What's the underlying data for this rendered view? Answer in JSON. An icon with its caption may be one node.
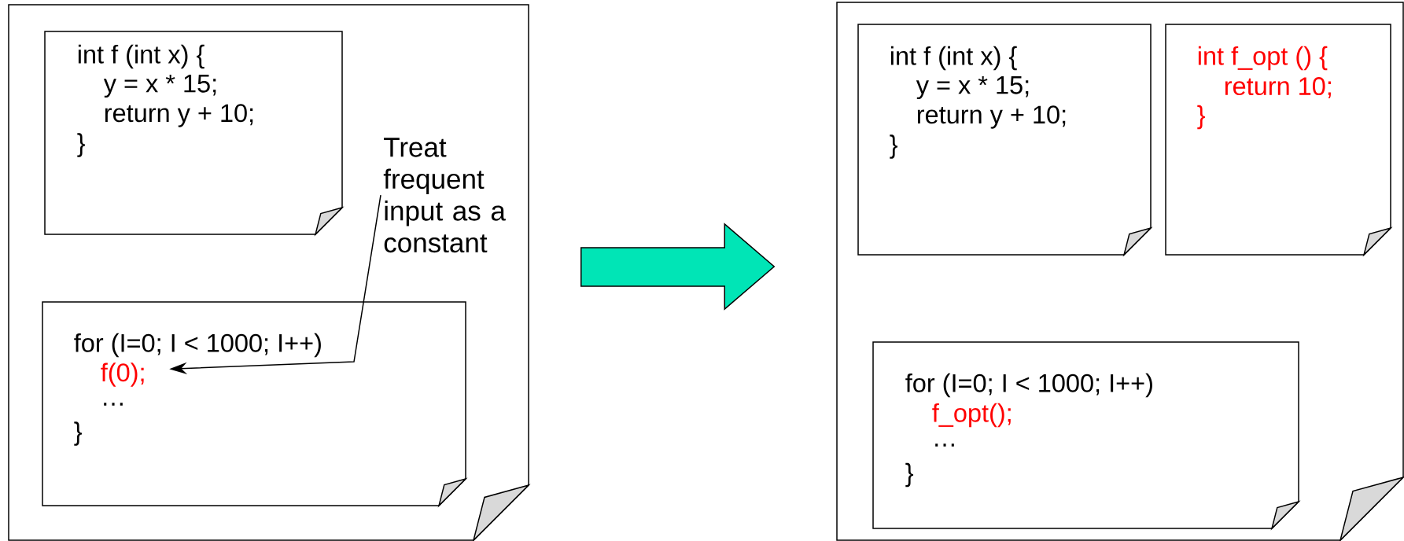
{
  "diagram": {
    "nodes": [
      {
        "text": [],
        "shape": "box"
      },
      {
        "text": [
          "int f (int x) {",
          "y = x * 15;",
          "return  y + 10;",
          "}"
        ],
        "in": 0
      },
      {
        "text": [
          "for (I=0; I < 1000; I++)",
          "f(0);",
          "…",
          "}"
        ],
        "in": 0
      },
      {
        "text": [
          "Treat frequent input as a constant"
        ],
        "in": 0
      },
      {
        "text": [],
        "shape": "box"
      },
      {
        "text": [
          "int f (int x) {",
          "y = x * 15;",
          "return  y + 10;",
          "}"
        ],
        "in": 4
      },
      {
        "text": [
          "int f_opt () {",
          "return 10;",
          "}"
        ],
        "in": 4
      },
      {
        "text": [
          "for (I=0; I < 1000; I++)",
          "f_opt();",
          "…",
          "}"
        ],
        "in": 4
      }
    ],
    "edges": [
      {
        "from": 3,
        "to": 2,
        "arrow": "to"
      },
      {
        "from": 0,
        "to": 4,
        "arrow": "to",
        "style": "thick",
        "color": "#00e5b6"
      }
    ]
  }
}
